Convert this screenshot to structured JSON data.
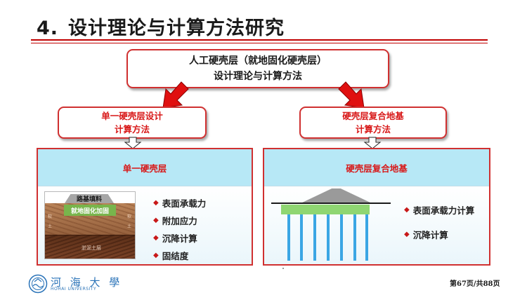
{
  "slide": {
    "title_number": "4.",
    "title_text": "设计理论与计算方法研究"
  },
  "top_box": {
    "line1": "人工硬壳层（就地固化硬壳层）",
    "line2": "设计理论与计算方法"
  },
  "left_method": {
    "line1": "单一硬壳层设计",
    "line2": "计算方法"
  },
  "right_method": {
    "line1": "硬壳层复合地基",
    "line2": "计算方法"
  },
  "left_panel": {
    "heading": "单一硬壳层",
    "figure": {
      "embankment_label": "路基填料",
      "crust_label": "就地固化加固",
      "soft_layer_label": "淤泥土层",
      "side_marks": [
        "软",
        "土",
        "软",
        "土"
      ]
    },
    "bullets": [
      "表面承载力",
      "附加应力",
      "沉降计算",
      "固结度"
    ]
  },
  "right_panel": {
    "heading": "硬壳层复合地基",
    "bullets": [
      "表面承载力计算",
      "沉降计算"
    ]
  },
  "footer": {
    "university_cn": "河 海 大 學",
    "university_en": "HOHAI UNIVERSITY",
    "page": "第67页/共88页"
  },
  "colors": {
    "accent_red": "#d81818",
    "panel_header": "#b7e8f6",
    "pile_blue": "#3aa6e4",
    "crust_green": "#78b54c"
  }
}
